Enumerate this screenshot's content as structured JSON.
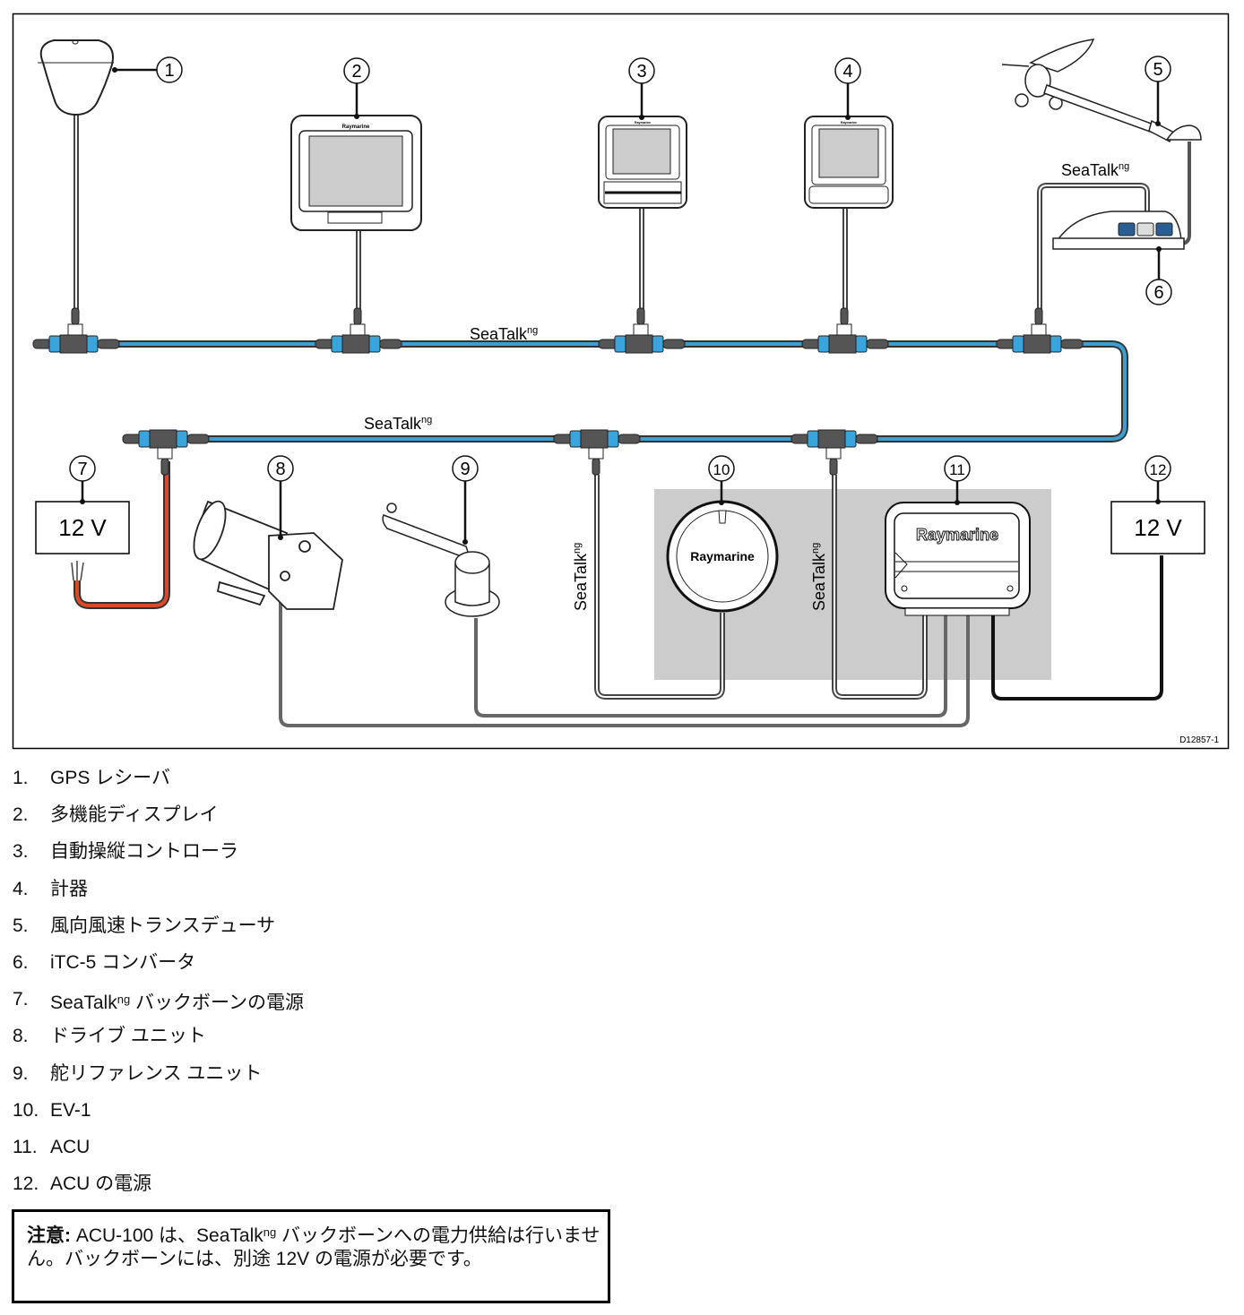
{
  "diagram": {
    "figure_id": "D12857-1",
    "bus_label": "SeaTalk",
    "bus_label_sup": "ng",
    "callouts": [
      "1",
      "2",
      "3",
      "4",
      "5",
      "6",
      "7",
      "8",
      "9",
      "10",
      "11",
      "12"
    ],
    "power_label": "12 V",
    "brand": "Raymarine",
    "colors": {
      "backbone": "#3d9fd0",
      "backbone_outline": "#333333",
      "connector_body": "#555555",
      "connector_cap": "#3aa4dc",
      "power_cable": "#d84a2a",
      "shaded_area": "#cccccc",
      "device_cable": "#666666",
      "power_cable_acu": "#111111"
    }
  },
  "legend": {
    "items": [
      {
        "num": "1.",
        "text": "GPS レシーバ"
      },
      {
        "num": "2.",
        "text": "多機能ディスプレイ"
      },
      {
        "num": "3.",
        "text": "自動操縦コントローラ"
      },
      {
        "num": "4.",
        "text": "計器"
      },
      {
        "num": "5.",
        "text": "風向風速トランスデューサ"
      },
      {
        "num": "6.",
        "text": "iTC-5 コンバータ"
      },
      {
        "num": "7.",
        "text_pre": "SeaTalk",
        "sup": "ng",
        "text_post": " バックボーンの電源"
      },
      {
        "num": "8.",
        "text": "ドライブ ユニット"
      },
      {
        "num": "9.",
        "text": "舵リファレンス ユニット"
      },
      {
        "num": "10.",
        "text": "EV-1"
      },
      {
        "num": "11.",
        "text": "ACU"
      },
      {
        "num": "12.",
        "text": "ACU の電源"
      }
    ]
  },
  "note": {
    "label": "注意:",
    "text_1": " ACU-100 は、SeaTalk",
    "sup": "ng",
    "text_2": " バックボーンへの電力供給は行いません。バックボーンには、別途 12V の電源が必要です。"
  }
}
